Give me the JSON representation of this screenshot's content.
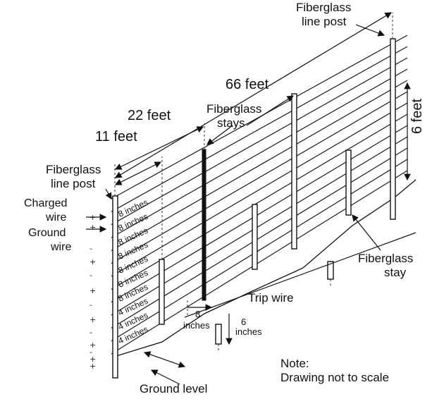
{
  "labels": {
    "fiberglass_line_post_top": [
      "Fiberglass",
      "line post"
    ],
    "fiberglass_line_post_left": [
      "Fiberglass",
      "line post"
    ],
    "fiberglass_stays": [
      "Fiberglass",
      "stays"
    ],
    "fiberglass_stay": [
      "Fiberglass",
      "stay"
    ],
    "dist_66": "66 feet",
    "dist_22": "22 feet",
    "dist_11": "11 feet",
    "height_6": "6 feet",
    "charged_wire": [
      "Charged",
      "wire"
    ],
    "ground_wire": [
      "Ground",
      "wire"
    ],
    "trip_wire": "Trip wire",
    "ground_level": "Ground level",
    "trip_8": [
      "8",
      "inches"
    ],
    "trip_6": [
      "6",
      "inches"
    ],
    "note": [
      "Note:",
      "Drawing not to scale"
    ]
  },
  "spacings": [
    "8 inches",
    "8 inches",
    "8 inches",
    "8 inches",
    "8 inches",
    "8 inches",
    "8 inches",
    "4 inches",
    "4 inches",
    "4 inches"
  ],
  "polarity": [
    "+",
    "+",
    "-",
    "+",
    "-",
    "+",
    "-",
    "+",
    "-",
    "+",
    "-",
    "+",
    "+"
  ]
}
